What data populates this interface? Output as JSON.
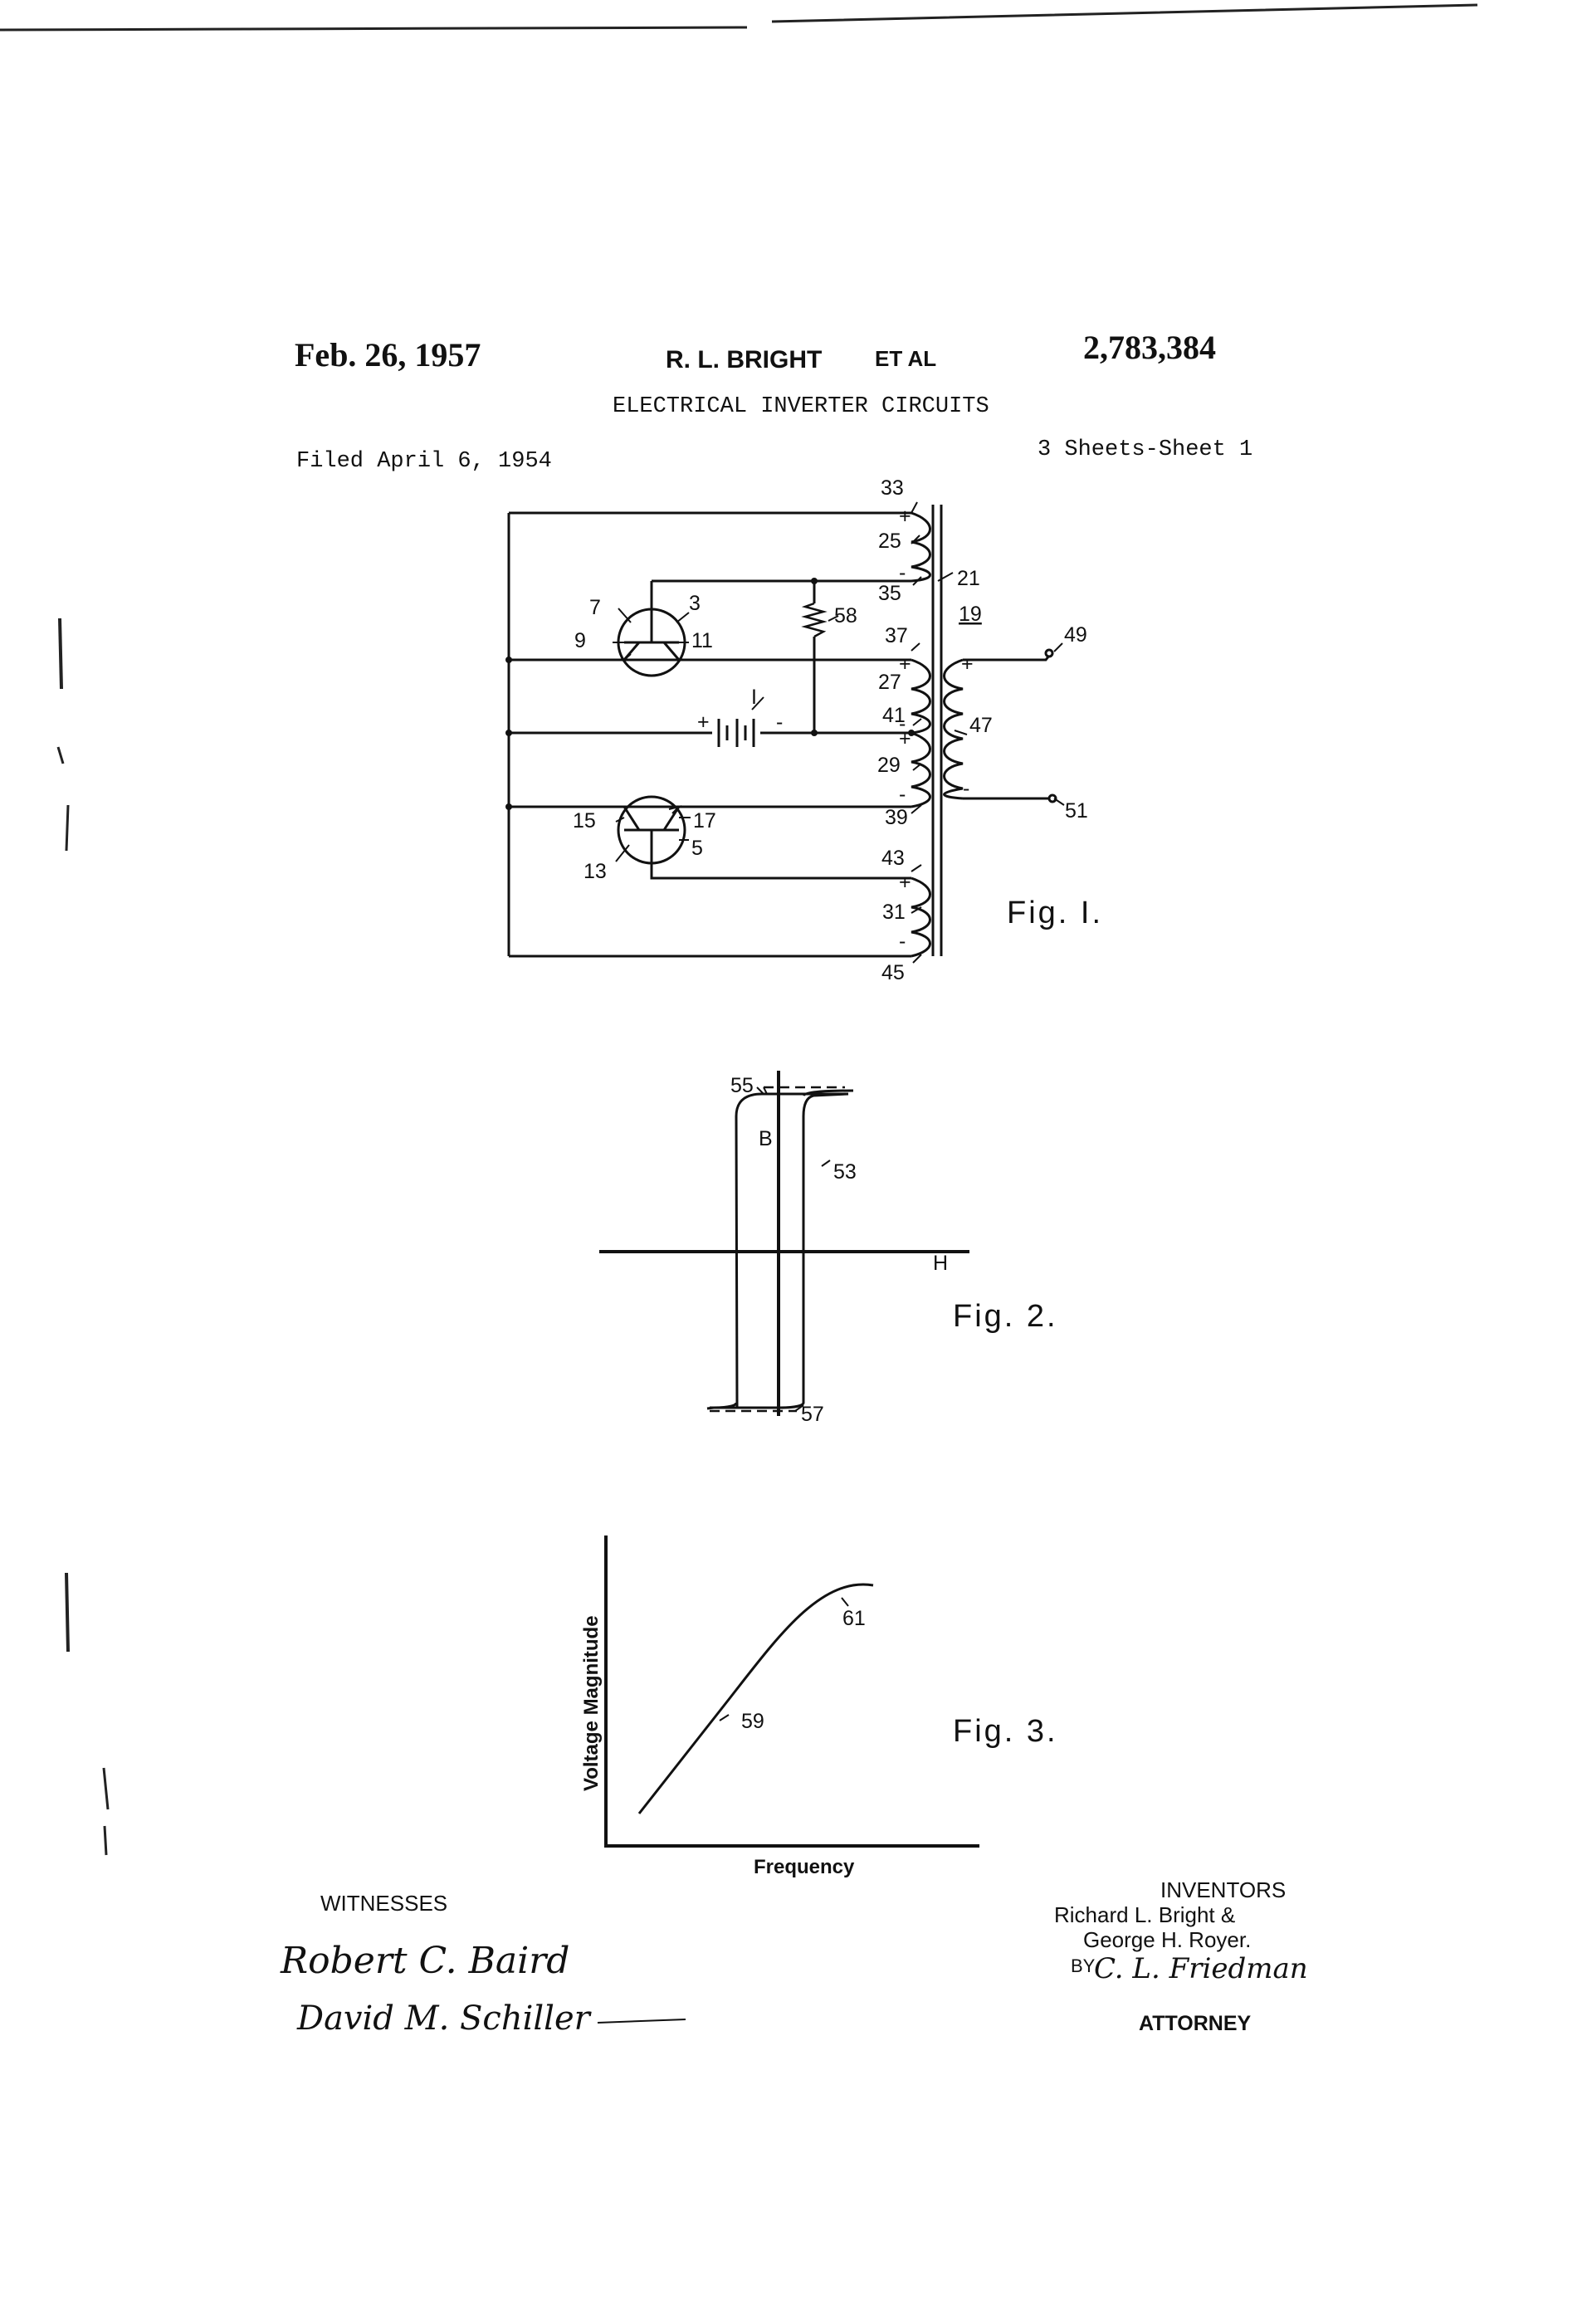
{
  "header": {
    "date": "Feb. 26, 1957",
    "inventor_short": "R. L. BRIGHT",
    "et_al": "ET AL",
    "patent_number": "2,783,384",
    "title": "ELECTRICAL INVERTER CIRCUITS",
    "filed": "Filed April 6, 1954",
    "sheets": "3 Sheets-Sheet 1"
  },
  "fig1": {
    "label": "Fig. I.",
    "refs": {
      "r33": "33",
      "r25": "25",
      "r35": "35",
      "r21": "21",
      "r19": "19",
      "r7": "7",
      "r3": "3",
      "r58": "58",
      "r9": "9",
      "r11": "11",
      "r37": "37",
      "r49": "49",
      "r27": "27",
      "r1": "I",
      "r41": "41",
      "r47": "47",
      "r29": "29",
      "r39": "39",
      "r51": "51",
      "r15": "15",
      "r17": "17",
      "r5": "5",
      "r13": "13",
      "r43": "43",
      "r31": "31",
      "r45": "45"
    },
    "signs": {
      "plus": "+",
      "minus": "-"
    }
  },
  "fig2": {
    "label": "Fig. 2.",
    "refs": {
      "r55": "55",
      "rB": "B",
      "r53": "53",
      "rH": "H",
      "r57": "57"
    }
  },
  "fig3": {
    "label": "Fig. 3.",
    "ylabel": "Voltage Magnitude",
    "xlabel": "Frequency",
    "refs": {
      "r61": "61",
      "r59": "59"
    }
  },
  "footer": {
    "witnesses_heading": "WITNESSES",
    "witness_1": "Robert C. Baird",
    "witness_2": "David M. Schiller",
    "inventors_heading": "INVENTORS",
    "inventor_1": "Richard L. Bright &",
    "inventor_2": "George H. Royer.",
    "by": "BY",
    "attorney_signature": "C. L. Friedman",
    "attorney_heading": "ATTORNEY"
  }
}
